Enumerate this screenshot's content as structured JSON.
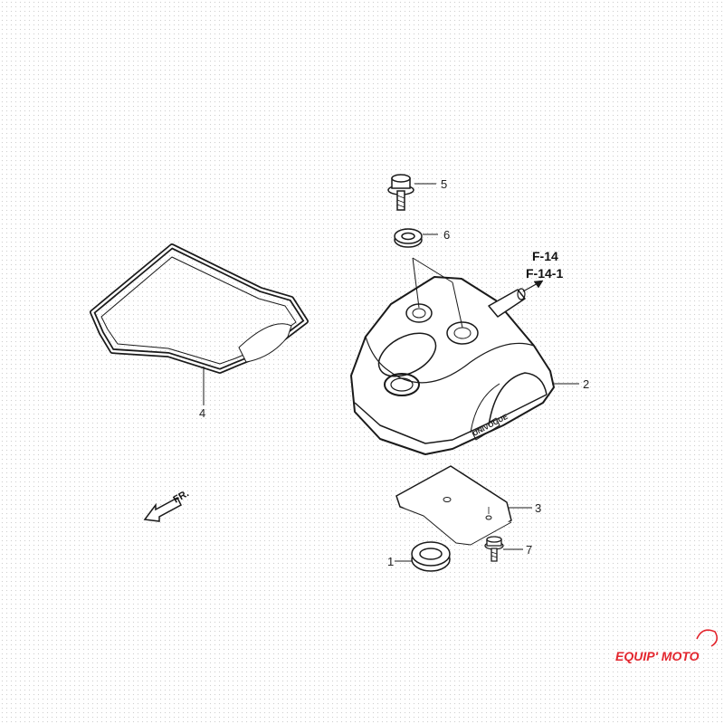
{
  "diagram": {
    "callouts": [
      {
        "id": "1",
        "label": "1"
      },
      {
        "id": "2",
        "label": "2"
      },
      {
        "id": "3",
        "label": "3"
      },
      {
        "id": "4",
        "label": "4"
      },
      {
        "id": "5",
        "label": "5"
      },
      {
        "id": "6",
        "label": "6"
      },
      {
        "id": "7",
        "label": "7"
      }
    ],
    "references": [
      "F-14",
      "F-14-1"
    ],
    "front_marker": "FR.",
    "cover_emboss": "UNIVOGUE",
    "watermark": "EQUIP' MOTO",
    "colors": {
      "line": "#1a1a1a",
      "watermark": "#e3262e"
    }
  }
}
